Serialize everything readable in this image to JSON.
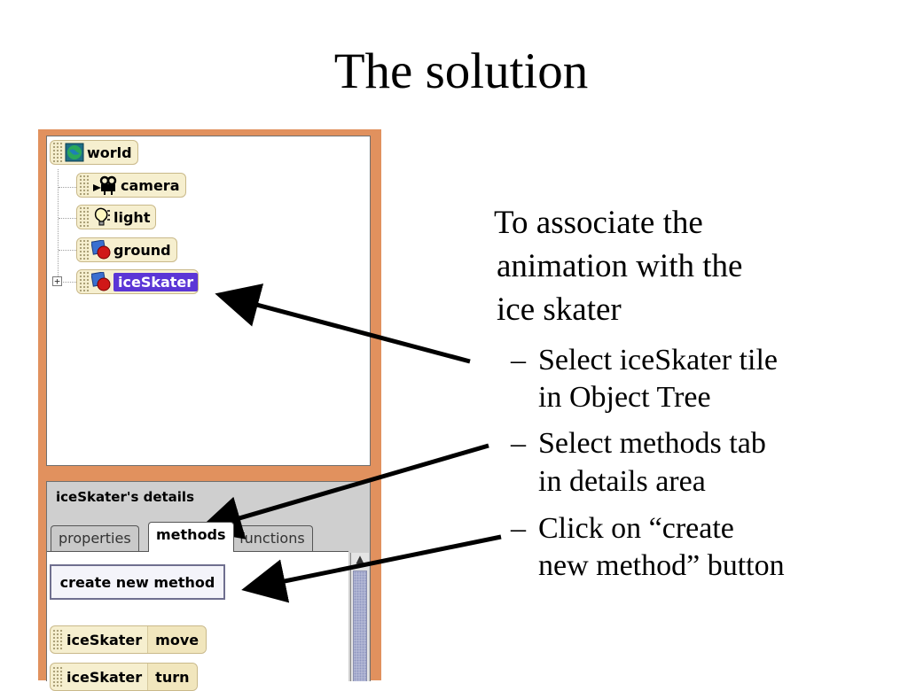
{
  "title": "The solution",
  "object_tree": {
    "items": [
      {
        "label": "world",
        "icon": "globe-icon"
      },
      {
        "label": "camera",
        "icon": "camera-icon"
      },
      {
        "label": "light",
        "icon": "lightbulb-icon"
      },
      {
        "label": "ground",
        "icon": "object-icon"
      },
      {
        "label": "iceSkater",
        "icon": "object-icon",
        "selected": true
      }
    ],
    "expander": "+"
  },
  "details": {
    "title": "iceSkater's details",
    "tabs": [
      "properties",
      "methods",
      "functions"
    ],
    "active_tab": "methods",
    "create_button": "create new method",
    "methods": [
      {
        "object": "iceSkater",
        "method": "move"
      },
      {
        "object": "iceSkater",
        "method": "turn"
      }
    ]
  },
  "instructions": {
    "main": [
      "To associate the",
      "animation with the",
      "ice skater"
    ],
    "bullets": [
      {
        "dash": "–",
        "lines": [
          "Select iceSkater tile",
          "in Object Tree"
        ]
      },
      {
        "dash": "–",
        "lines": [
          "Select methods tab",
          "in details area"
        ]
      },
      {
        "dash": "–",
        "lines": [
          "Click on “create",
          "new method” button"
        ]
      }
    ]
  },
  "colors": {
    "frame": "#e1915e",
    "selection": "#5b36d6",
    "tile": "#f6efcf"
  }
}
